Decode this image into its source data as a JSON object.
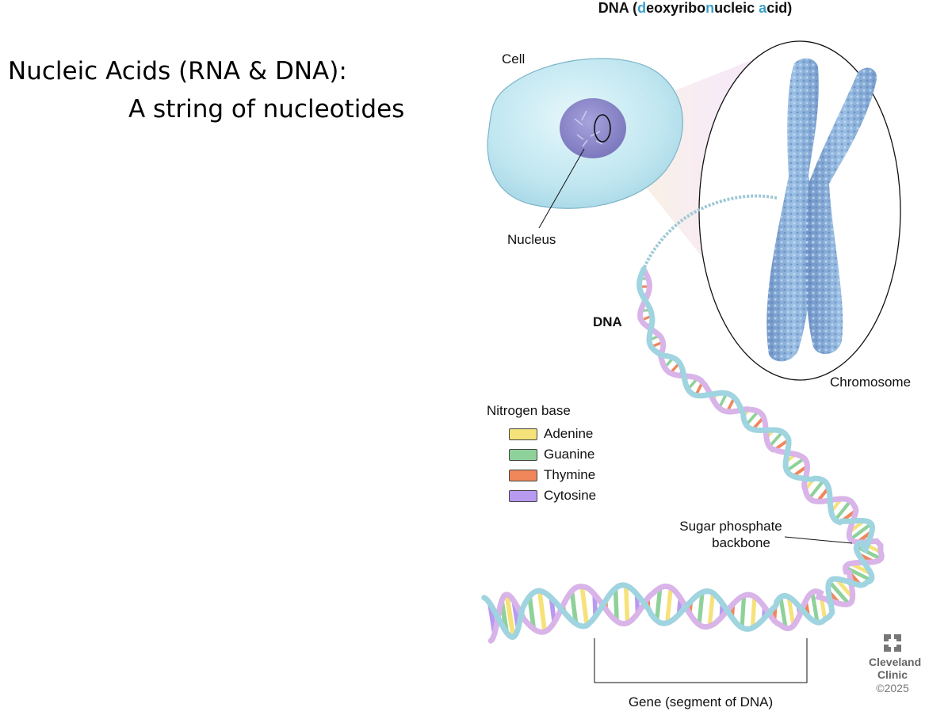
{
  "slide": {
    "title_line1": "Nucleic Acids (RNA & DNA):",
    "title_line2": "A string of nucleotides"
  },
  "diagram": {
    "header": {
      "prefix": "DNA (",
      "parts": [
        {
          "text": "d",
          "highlight": true
        },
        {
          "text": "eoxyribo",
          "highlight": false
        },
        {
          "text": "n",
          "highlight": true
        },
        {
          "text": "ucleic ",
          "highlight": false
        },
        {
          "text": "a",
          "highlight": true
        },
        {
          "text": "cid)",
          "highlight": false
        }
      ]
    },
    "labels": {
      "cell": "Cell",
      "nucleus": "Nucleus",
      "dna": "DNA",
      "chromosome": "Chromosome",
      "backbone_line1": "Sugar phosphate",
      "backbone_line2": "backbone",
      "gene": "Gene (segment of DNA)"
    },
    "legend": {
      "title": "Nitrogen base",
      "items": [
        {
          "label": "Adenine",
          "color": "#f6e27a"
        },
        {
          "label": "Guanine",
          "color": "#8fd19a"
        },
        {
          "label": "Thymine",
          "color": "#f0875a"
        },
        {
          "label": "Cytosine",
          "color": "#b89af0"
        }
      ]
    },
    "colors": {
      "highlight": "#3aa0c8",
      "backbone_front": "#9fd4e0",
      "backbone_back": "#d8b4e8",
      "chromosome": "#8fb0d8",
      "cell": "#bfe6f0",
      "nucleus": "#8a86c8"
    }
  },
  "brand": {
    "line1": "Cleveland",
    "line2": "Clinic",
    "year": "©2025"
  }
}
